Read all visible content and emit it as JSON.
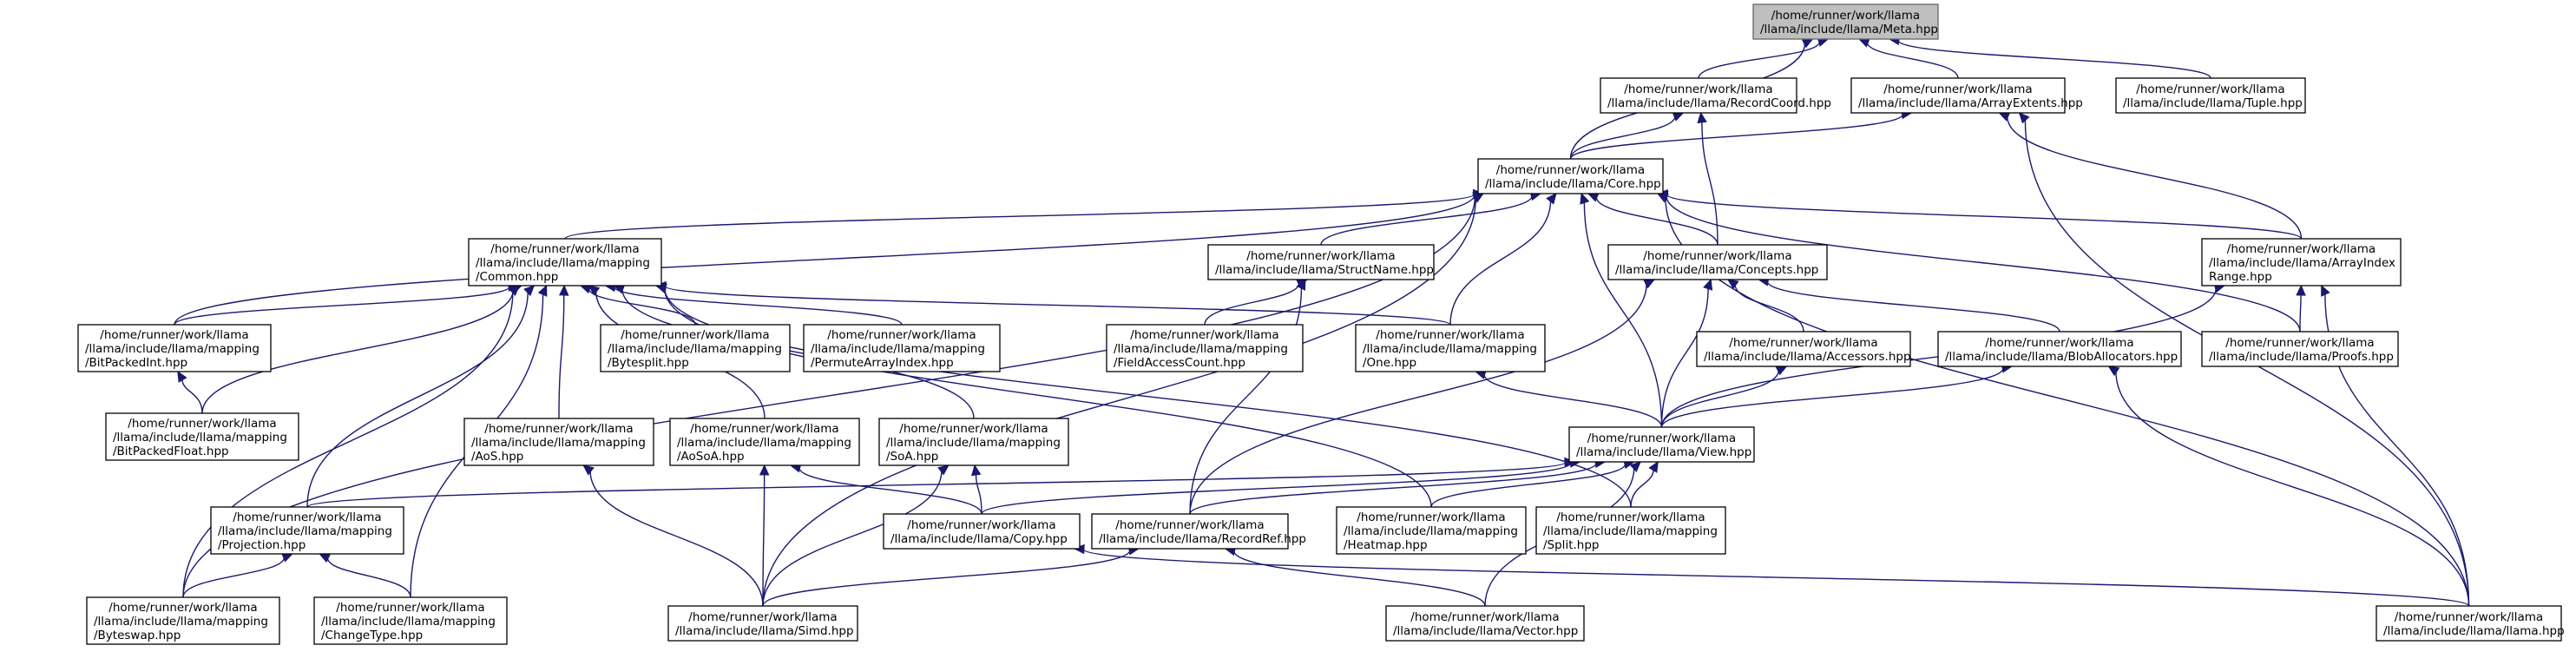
{
  "graph": {
    "colors": {
      "edge": "#191970",
      "node_border": "#000000",
      "root_fill": "#bfbfbf",
      "background": "#ffffff"
    },
    "nodes": [
      {
        "id": "meta",
        "root": true,
        "label_lines": [
          "/home/runner/work/llama",
          "/llama/include/llama/Meta.hpp"
        ]
      },
      {
        "id": "recordcoord",
        "label_lines": [
          "/home/runner/work/llama",
          "/llama/include/llama/RecordCoord.hpp"
        ]
      },
      {
        "id": "arrayextents",
        "label_lines": [
          "/home/runner/work/llama",
          "/llama/include/llama/ArrayExtents.hpp"
        ]
      },
      {
        "id": "tuple",
        "label_lines": [
          "/home/runner/work/llama",
          "/llama/include/llama/Tuple.hpp"
        ]
      },
      {
        "id": "core",
        "label_lines": [
          "/home/runner/work/llama",
          "/llama/include/llama/Core.hpp"
        ]
      },
      {
        "id": "common",
        "label_lines": [
          "/home/runner/work/llama",
          "/llama/include/llama/mapping",
          "/Common.hpp"
        ]
      },
      {
        "id": "structname",
        "label_lines": [
          "/home/runner/work/llama",
          "/llama/include/llama/StructName.hpp"
        ]
      },
      {
        "id": "concepts",
        "label_lines": [
          "/home/runner/work/llama",
          "/llama/include/llama/Concepts.hpp"
        ]
      },
      {
        "id": "arrayindexrange",
        "label_lines": [
          "/home/runner/work/llama",
          "/llama/include/llama/ArrayIndex",
          "Range.hpp"
        ]
      },
      {
        "id": "bitpackedint",
        "label_lines": [
          "/home/runner/work/llama",
          "/llama/include/llama/mapping",
          "/BitPackedInt.hpp"
        ]
      },
      {
        "id": "bytesplit",
        "label_lines": [
          "/home/runner/work/llama",
          "/llama/include/llama/mapping",
          "/Bytesplit.hpp"
        ]
      },
      {
        "id": "permutearrayindex",
        "label_lines": [
          "/home/runner/work/llama",
          "/llama/include/llama/mapping",
          "/PermuteArrayIndex.hpp"
        ]
      },
      {
        "id": "fieldaccesscount",
        "label_lines": [
          "/home/runner/work/llama",
          "/llama/include/llama/mapping",
          "/FieldAccessCount.hpp"
        ]
      },
      {
        "id": "one",
        "label_lines": [
          "/home/runner/work/llama",
          "/llama/include/llama/mapping",
          "/One.hpp"
        ]
      },
      {
        "id": "accessors",
        "label_lines": [
          "/home/runner/work/llama",
          "/llama/include/llama/Accessors.hpp"
        ]
      },
      {
        "id": "bloballocators",
        "label_lines": [
          "/home/runner/work/llama",
          "/llama/include/llama/BlobAllocators.hpp"
        ]
      },
      {
        "id": "proofs",
        "label_lines": [
          "/home/runner/work/llama",
          "/llama/include/llama/Proofs.hpp"
        ]
      },
      {
        "id": "bitpackedfloat",
        "label_lines": [
          "/home/runner/work/llama",
          "/llama/include/llama/mapping",
          "/BitPackedFloat.hpp"
        ]
      },
      {
        "id": "aos",
        "label_lines": [
          "/home/runner/work/llama",
          "/llama/include/llama/mapping",
          "/AoS.hpp"
        ]
      },
      {
        "id": "aosoa",
        "label_lines": [
          "/home/runner/work/llama",
          "/llama/include/llama/mapping",
          "/AoSoA.hpp"
        ]
      },
      {
        "id": "soa",
        "label_lines": [
          "/home/runner/work/llama",
          "/llama/include/llama/mapping",
          "/SoA.hpp"
        ]
      },
      {
        "id": "view",
        "label_lines": [
          "/home/runner/work/llama",
          "/llama/include/llama/View.hpp"
        ]
      },
      {
        "id": "projection",
        "label_lines": [
          "/home/runner/work/llama",
          "/llama/include/llama/mapping",
          "/Projection.hpp"
        ]
      },
      {
        "id": "copy",
        "label_lines": [
          "/home/runner/work/llama",
          "/llama/include/llama/Copy.hpp"
        ]
      },
      {
        "id": "recordref",
        "label_lines": [
          "/home/runner/work/llama",
          "/llama/include/llama/RecordRef.hpp"
        ]
      },
      {
        "id": "heatmap",
        "label_lines": [
          "/home/runner/work/llama",
          "/llama/include/llama/mapping",
          "/Heatmap.hpp"
        ]
      },
      {
        "id": "split",
        "label_lines": [
          "/home/runner/work/llama",
          "/llama/include/llama/mapping",
          "/Split.hpp"
        ]
      },
      {
        "id": "byteswap",
        "label_lines": [
          "/home/runner/work/llama",
          "/llama/include/llama/mapping",
          "/Byteswap.hpp"
        ]
      },
      {
        "id": "changetype",
        "label_lines": [
          "/home/runner/work/llama",
          "/llama/include/llama/mapping",
          "/ChangeType.hpp"
        ]
      },
      {
        "id": "simd",
        "label_lines": [
          "/home/runner/work/llama",
          "/llama/include/llama/Simd.hpp"
        ]
      },
      {
        "id": "vector",
        "label_lines": [
          "/home/runner/work/llama",
          "/llama/include/llama/Vector.hpp"
        ]
      },
      {
        "id": "llama",
        "label_lines": [
          "/home/runner/work/llama",
          "/llama/include/llama/llama.hpp"
        ]
      }
    ],
    "edges": [
      [
        "recordcoord",
        "meta"
      ],
      [
        "arrayextents",
        "meta"
      ],
      [
        "tuple",
        "meta"
      ],
      [
        "core",
        "meta"
      ],
      [
        "core",
        "recordcoord"
      ],
      [
        "concepts",
        "recordcoord"
      ],
      [
        "core",
        "arrayextents"
      ],
      [
        "arrayindexrange",
        "arrayextents"
      ],
      [
        "llama",
        "arrayextents"
      ],
      [
        "common",
        "core"
      ],
      [
        "structname",
        "core"
      ],
      [
        "concepts",
        "core"
      ],
      [
        "arrayindexrange",
        "core"
      ],
      [
        "bitpackedint",
        "core"
      ],
      [
        "byteswap",
        "core"
      ],
      [
        "simd",
        "core"
      ],
      [
        "one",
        "core"
      ],
      [
        "view",
        "core"
      ],
      [
        "proofs",
        "core"
      ],
      [
        "llama",
        "core"
      ],
      [
        "bitpackedint",
        "common"
      ],
      [
        "bytesplit",
        "common"
      ],
      [
        "permutearrayindex",
        "common"
      ],
      [
        "one",
        "common"
      ],
      [
        "bitpackedfloat",
        "common"
      ],
      [
        "aos",
        "common"
      ],
      [
        "aosoa",
        "common"
      ],
      [
        "soa",
        "common"
      ],
      [
        "heatmap",
        "common"
      ],
      [
        "split",
        "common"
      ],
      [
        "projection",
        "common"
      ],
      [
        "byteswap",
        "common"
      ],
      [
        "changetype",
        "common"
      ],
      [
        "fieldaccesscount",
        "structname"
      ],
      [
        "recordref",
        "structname"
      ],
      [
        "accessors",
        "concepts"
      ],
      [
        "bloballocators",
        "concepts"
      ],
      [
        "view",
        "concepts"
      ],
      [
        "recordref",
        "concepts"
      ],
      [
        "proofs",
        "arrayindexrange"
      ],
      [
        "view",
        "arrayindexrange"
      ],
      [
        "llama",
        "arrayindexrange"
      ],
      [
        "bitpackedfloat",
        "bitpackedint"
      ],
      [
        "view",
        "one"
      ],
      [
        "view",
        "accessors"
      ],
      [
        "view",
        "bloballocators"
      ],
      [
        "llama",
        "bloballocators"
      ],
      [
        "simd",
        "aos"
      ],
      [
        "simd",
        "aosoa"
      ],
      [
        "copy",
        "aosoa"
      ],
      [
        "simd",
        "soa"
      ],
      [
        "copy",
        "soa"
      ],
      [
        "projection",
        "view"
      ],
      [
        "copy",
        "view"
      ],
      [
        "recordref",
        "view"
      ],
      [
        "heatmap",
        "view"
      ],
      [
        "split",
        "view"
      ],
      [
        "vector",
        "view"
      ],
      [
        "byteswap",
        "projection"
      ],
      [
        "changetype",
        "projection"
      ],
      [
        "llama",
        "copy"
      ],
      [
        "simd",
        "recordref"
      ],
      [
        "vector",
        "recordref"
      ]
    ]
  }
}
